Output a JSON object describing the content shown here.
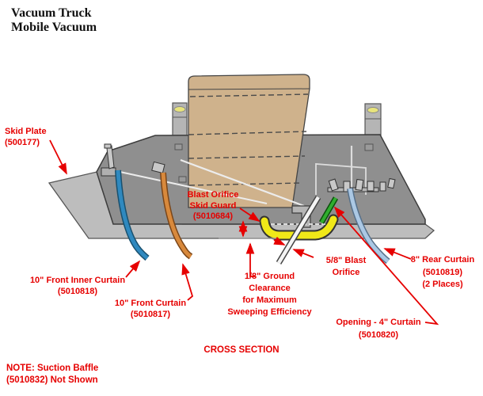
{
  "title": {
    "line1": "Vacuum Truck",
    "line2": "Mobile Vacuum"
  },
  "caption": "CROSS SECTION",
  "note": {
    "line1": "NOTE: Suction Baffle",
    "line2": "(5010832) Not Shown"
  },
  "labels": {
    "skid_plate": {
      "name": "Skid Plate",
      "part": "(500177)"
    },
    "skid_guard": {
      "line1": "Blast Orifice",
      "line2": "Skid Guard",
      "part": "(5010684)"
    },
    "front_inner_curtain": {
      "name": "10\" Front Inner Curtain",
      "part": "(5010818)"
    },
    "front_curtain": {
      "name": "10\" Front Curtain",
      "part": "(5010817)"
    },
    "ground_clearance": {
      "line1": "1/8\" Ground",
      "line2": "Clearance",
      "line3": "for Maximum",
      "line4": "Sweeping Efficiency"
    },
    "blast_orifice": {
      "line1": "5/8\" Blast",
      "line2": "Orifice"
    },
    "rear_curtain": {
      "name": "8\" Rear Curtain",
      "part": "(5010819)",
      "places": "(2 Places)"
    },
    "opening_curtain": {
      "name": "Opening - 4\" Curtain",
      "part": "(5010820)"
    }
  },
  "colors": {
    "label_red": "#e60000",
    "body_gray": "#8f8f8f",
    "plate_gray": "#bdbdbd",
    "post_gray": "#b5b5b5",
    "tan": "#cfb28c",
    "skid_guard_yellow": "#f0e818",
    "front_inner_curtain_blue": "#2f89bf",
    "front_curtain_orange": "#d8893c",
    "opening_curtain_green": "#2fae2f",
    "rear_curtain_blue": "#abc8e4",
    "post_light_yellow": "#e8e47c"
  }
}
